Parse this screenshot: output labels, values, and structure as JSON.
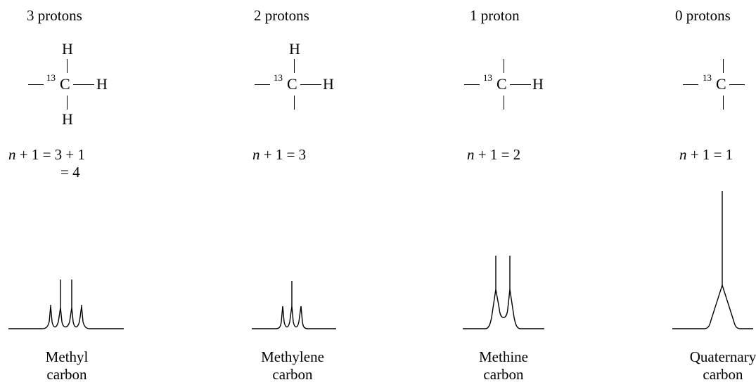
{
  "columns": [
    {
      "header": "3 protons",
      "structure": {
        "center": "C",
        "isotope": "13",
        "top": "H",
        "right": "H",
        "bottom": "H",
        "left_bond": true
      },
      "equation": {
        "var": "n",
        "line1": "+ 1 = 3 + 1",
        "line2": "= 4"
      },
      "multiplicity": 4,
      "label_line1": "Methyl",
      "label_line2": "carbon"
    },
    {
      "header": "2 protons",
      "structure": {
        "center": "C",
        "isotope": "13",
        "top": "H",
        "right": "H",
        "bottom": "",
        "left_bond": true
      },
      "equation": {
        "var": "n",
        "line1": "+ 1 = 3",
        "line2": ""
      },
      "multiplicity": 3,
      "label_line1": "Methylene",
      "label_line2": "carbon"
    },
    {
      "header": "1 proton",
      "structure": {
        "center": "C",
        "isotope": "13",
        "top": "",
        "right": "H",
        "bottom": "",
        "left_bond": true
      },
      "equation": {
        "var": "n",
        "line1": "+ 1 = 2",
        "line2": ""
      },
      "multiplicity": 2,
      "label_line1": "Methine",
      "label_line2": "carbon"
    },
    {
      "header": "0 protons",
      "structure": {
        "center": "C",
        "isotope": "13",
        "top": "",
        "right": "",
        "bottom": "",
        "left_bond": true
      },
      "equation": {
        "var": "n",
        "line1": "+ 1 = 1",
        "line2": ""
      },
      "multiplicity": 1,
      "label_line1": "Quaternary",
      "label_line2": "carbon"
    }
  ]
}
